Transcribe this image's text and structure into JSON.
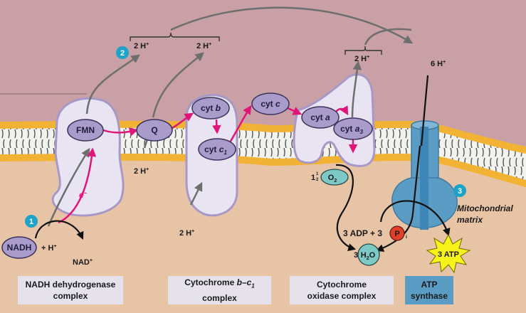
{
  "colors": {
    "intermembrane_space": "#c9a0a6",
    "matrix": "#e8c4a6",
    "protein_fill": "#e8e4f2",
    "protein_edge": "#a898c8",
    "carrier_fill": "#a99ccb",
    "electron_arrow": "#e0157a",
    "proton_arrow": "#6e6e6e",
    "lipid_head": "#f2b233",
    "atp_synthase": "#5b9cc4",
    "oxygen_fill": "#7cc9c6",
    "phosphate_fill": "#e0402a",
    "atp_burst": "#f7f21a",
    "step_badge": "#1ea2c8"
  },
  "step_badges": [
    "1",
    "2",
    "3"
  ],
  "carriers": {
    "fmn": "FMN",
    "q": "Q",
    "cyt_b": {
      "prefix": "cyt ",
      "italic": "b"
    },
    "cyt_c1": {
      "prefix": "cyt ",
      "italic": "c",
      "sub": "1"
    },
    "cyt_c": {
      "prefix": "cyt ",
      "italic": "c"
    },
    "cyt_a": {
      "prefix": "cyt ",
      "italic": "a"
    },
    "cyt_a3": {
      "prefix": "cyt ",
      "italic": "a",
      "sub": "3"
    }
  },
  "protons": {
    "pumped_1": "2 H",
    "pumped_2": "2 H",
    "pumped_3": "2 H",
    "total": "6 H",
    "entering_q": "2 H",
    "entering_bc1": "2 H",
    "with_nadh": "+ H",
    "sup": "+"
  },
  "reactants": {
    "nadh": "NADH",
    "nad_plus": "NAD",
    "electron": "e",
    "electron_sup": "–",
    "o2_coef": "1",
    "o2_frac_num": "1",
    "o2_frac_den": "2",
    "o2": "O",
    "o2_sub": "2",
    "adp": "3 ADP + 3",
    "pi": "P",
    "pi_sub": "i",
    "water_coef": "3",
    "water_h": "H",
    "water_sub": "2",
    "water_o": "O",
    "atp": "3 ATP"
  },
  "region_label": {
    "line1": "Mitochondrial",
    "line2": "matrix"
  },
  "captions": {
    "nadh_dehydrogenase": {
      "line1": "NADH dehydrogenase",
      "line2": "complex"
    },
    "cytochrome_bc1": {
      "line1_prefix": "Cytochrome ",
      "line1_italic": "b–c",
      "line1_sub": "1",
      "line2": "complex"
    },
    "cytochrome_oxidase": {
      "line1": "Cytochrome",
      "line2": "oxidase complex"
    },
    "atp_synthase": {
      "line1": "ATP",
      "line2": "synthase"
    }
  }
}
